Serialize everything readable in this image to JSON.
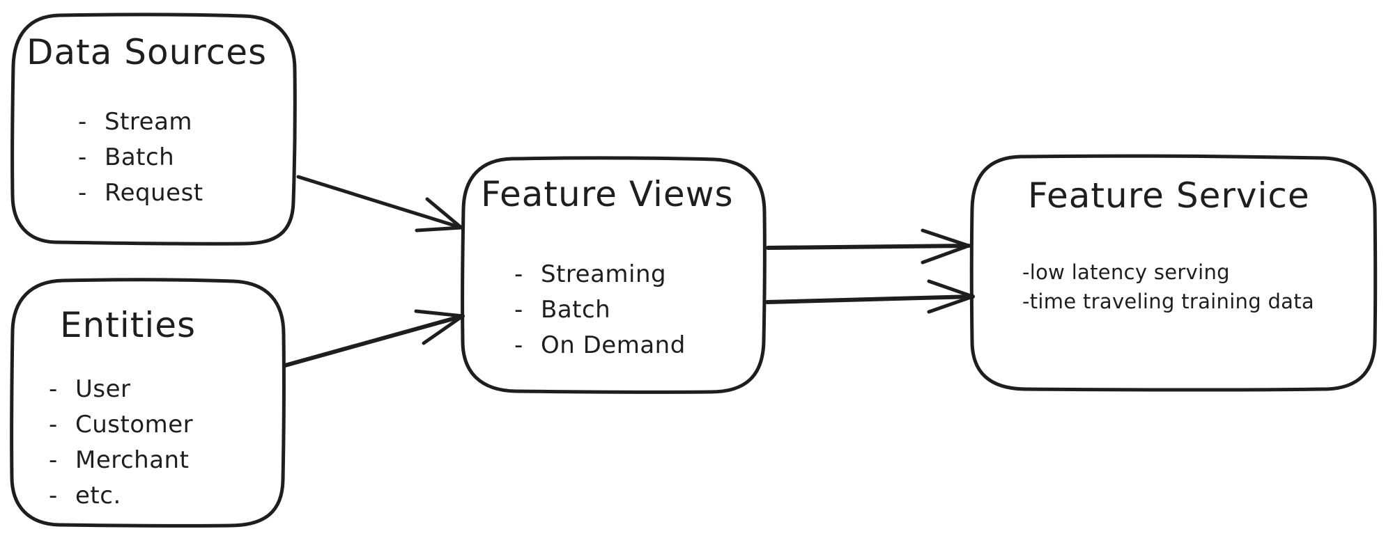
{
  "diagram": {
    "stroke_color": "#1e1e1e",
    "background_color": "#ffffff",
    "nodes": {
      "data_sources": {
        "title": "Data Sources",
        "item_prefix": "-",
        "items": [
          "Stream",
          "Batch",
          "Request"
        ]
      },
      "entities": {
        "title": "Entities",
        "item_prefix": "-",
        "items": [
          "User",
          "Customer",
          "Merchant",
          "etc."
        ]
      },
      "feature_views": {
        "title": "Feature Views",
        "item_prefix": "-",
        "items": [
          "Streaming",
          "Batch",
          "On Demand"
        ]
      },
      "feature_service": {
        "title": "Feature Service",
        "items": [
          "-low latency serving",
          "-time traveling training data"
        ]
      }
    },
    "edges": [
      {
        "from": "Data Sources",
        "to": "Feature Views"
      },
      {
        "from": "Entities",
        "to": "Feature Views"
      },
      {
        "from": "Feature Views",
        "to": "Feature Service"
      },
      {
        "from": "Feature Views",
        "to": "Feature Service"
      }
    ]
  }
}
